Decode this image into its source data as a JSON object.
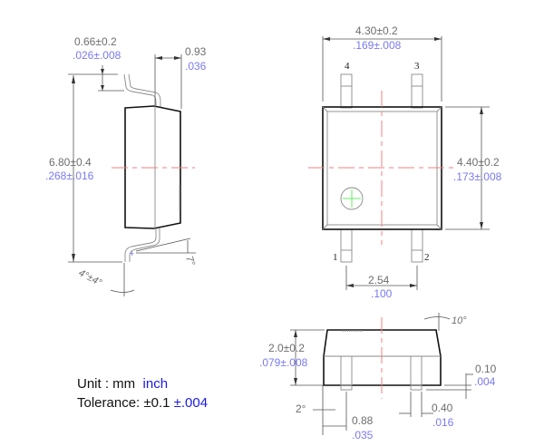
{
  "side_view": {
    "lead_offset": {
      "mm": "0.66±0.2",
      "inch": ".026±.008"
    },
    "lead_width": {
      "mm": "0.93",
      "inch": ".036"
    },
    "overall_length": {
      "mm": "6.80±0.4",
      "inch": ".268±.016"
    },
    "lead_angle": "4°±4°",
    "seating_angle": "7°"
  },
  "top_view": {
    "width": {
      "mm": "4.30±0.2",
      "inch": ".169±.008"
    },
    "height": {
      "mm": "4.40±0.2",
      "inch": ".173±.008"
    },
    "pitch": {
      "mm": "2.54",
      "inch": ".100"
    },
    "pins": {
      "p1": "1",
      "p2": "2",
      "p3": "3",
      "p4": "4"
    }
  },
  "front_view": {
    "draft_angle": "10°",
    "body_height": {
      "mm": "2.0±0.2",
      "inch": ".079±.008"
    },
    "standoff": {
      "mm": "0.10",
      "inch": ".004"
    },
    "bottom_angle": "2°",
    "lead_span": {
      "mm": "0.88",
      "inch": ".035"
    },
    "lead_thickness": {
      "mm": "0.40",
      "inch": ".016"
    }
  },
  "legend": {
    "unit_label": "Unit : mm",
    "unit_inch": "inch",
    "tolerance_label": "Tolerance:",
    "tolerance_mm": "±0.1",
    "tolerance_inch": "±.004"
  },
  "colors": {
    "mm_text": "#6e6e6e",
    "inch_text": "#7a7aee",
    "centerline": "#f08080",
    "pin1_marker": "#66ee66"
  }
}
